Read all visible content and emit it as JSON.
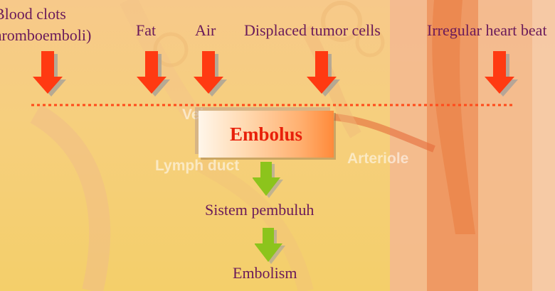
{
  "diagram": {
    "causes": [
      {
        "line1": "Blood clots",
        "line2": "(thromboemboli)"
      },
      {
        "line1": "Fat"
      },
      {
        "line1": "Air"
      },
      {
        "line1": "Displaced tumor cells"
      },
      {
        "line1": "Irregular heart beat"
      }
    ],
    "center": "Embolus",
    "step2": "Sistem pembuluh",
    "step3": "Embolism"
  },
  "background_labels": {
    "vein": "Vein",
    "lymph": "Lymph duct",
    "arteriole": "Arteriole"
  },
  "colors": {
    "cause_arrow": "#ff3a12",
    "flow_arrow": "#8cc41c",
    "dotted_line": "#ff4a1a",
    "label_text": "#6a1a5a",
    "embolus_text": "#e8200a"
  }
}
